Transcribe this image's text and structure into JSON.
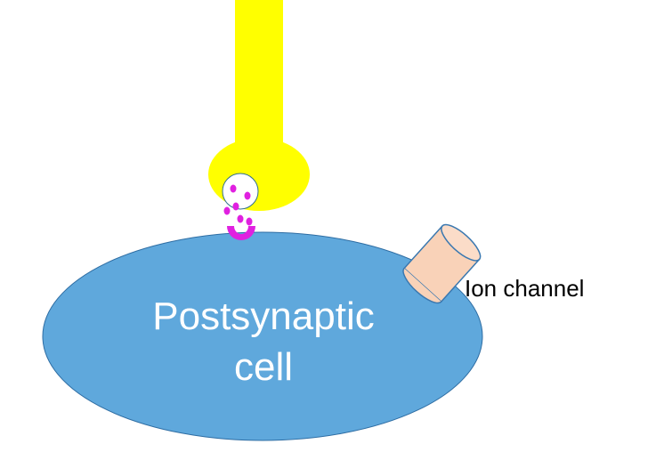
{
  "diagram": {
    "postsynaptic_cell": {
      "label_line1": "Postsynaptic",
      "label_line2": "cell"
    },
    "ion_channel": {
      "label": "Ion channel"
    }
  },
  "colors": {
    "background": "#ffffff",
    "axon_terminal": "#ffff00",
    "postsynaptic_cell": "#5fa8dc",
    "cell_outline": "#2e6da3",
    "vesicle_fill": "#ffffff",
    "vesicle_outline": "#2f6f8f",
    "neurotransmitter": "#e020e0",
    "receptor": "#e020e0",
    "ion_channel": "#f9d2b8",
    "ion_channel_outline": "#3a78b0"
  }
}
